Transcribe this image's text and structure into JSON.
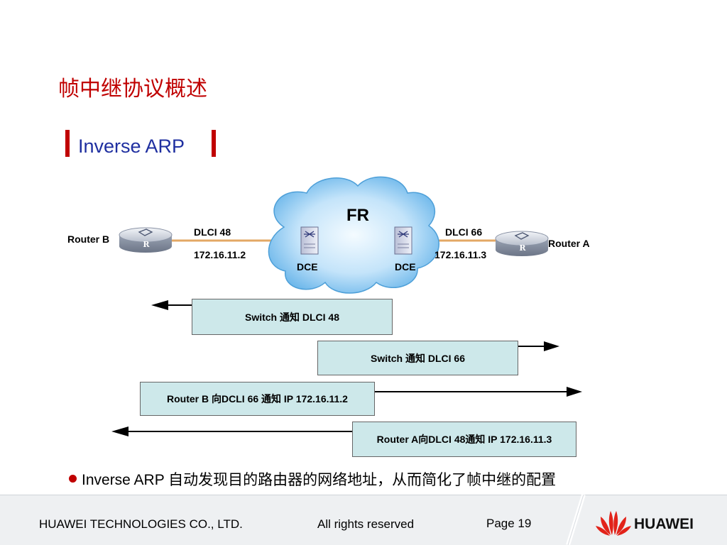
{
  "slide": {
    "title": "帧中继协议概述",
    "subtitle": "Inverse ARP"
  },
  "network": {
    "cloud_label": "FR",
    "dce_left": "DCE",
    "dce_right": "DCE",
    "router_b": {
      "name": "Router B",
      "dlci": "DLCI 48",
      "ip": "172.16.11.2",
      "icon_letter": "R"
    },
    "router_a": {
      "name": "Router A",
      "dlci": "DLCI 66",
      "ip": "172.16.11.3",
      "icon_letter": "R"
    }
  },
  "messages": [
    {
      "text": "Switch 通知 DLCI 48",
      "direction": "left"
    },
    {
      "text": "Switch 通知 DLCI 66",
      "direction": "right"
    },
    {
      "text": "Router B 向DCLI 66 通知 IP 172.16.11.2",
      "direction": "right"
    },
    {
      "text": "Router A向DLCI 48通知 IP 172.16.11.3",
      "direction": "left"
    }
  ],
  "bullet": "Inverse ARP 自动发现目的路由器的网络地址，从而简化了帧中继的配置",
  "footer": {
    "company": "HUAWEI TECHNOLOGIES CO., LTD.",
    "rights": "All rights reserved",
    "page": "Page 19",
    "logo_text": "HUAWEI"
  },
  "colors": {
    "title": "#c00000",
    "subtitle": "#1f2fa0",
    "message_box": "#cde8ea",
    "link": "#e8b070",
    "cloud": "#8ec8f0"
  }
}
